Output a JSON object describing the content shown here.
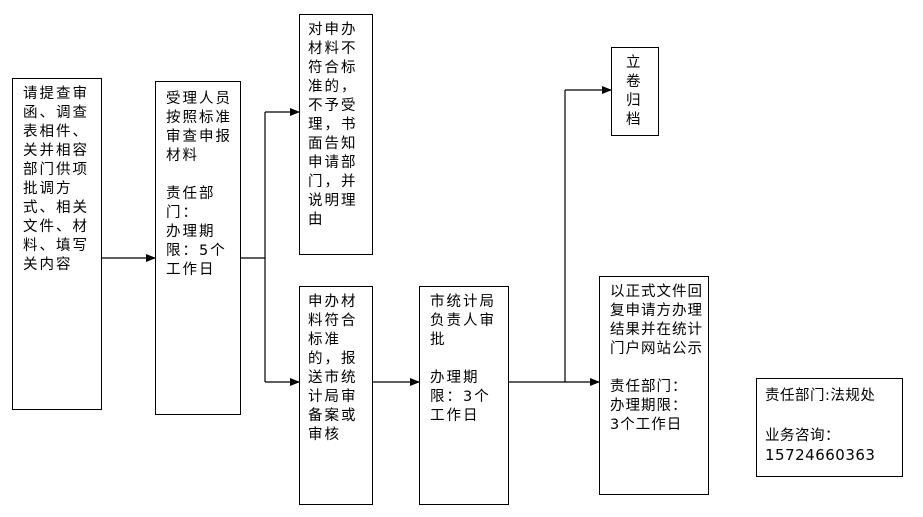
{
  "boxes": {
    "b1": "请提查审函、调查表相件、关并相容\n部门供项批调方式、相关文件、材料、填写关内容",
    "b2": "受理人员按照标准审查申报材料\n\n责任部门：\n办理期限：5个工作日",
    "b3": "对申办材料不符合标准的，不予受理，书面告知申请部门，并说明理由",
    "b4": "申办材料符合标准的，报送市统计局审备案或审核",
    "b5": "市统计局负责人审批\n\n办理期限：3个工作日",
    "b6": "立卷归档",
    "b7": "以正式文件回复申请方办理结果并在统计门户网站公示\n\n责任部门：\n办理期限：\n3个工作日",
    "b8_dept": "责任部门:法规处",
    "b8_consult": "业务咨询：",
    "b8_phone": "15724660363"
  }
}
